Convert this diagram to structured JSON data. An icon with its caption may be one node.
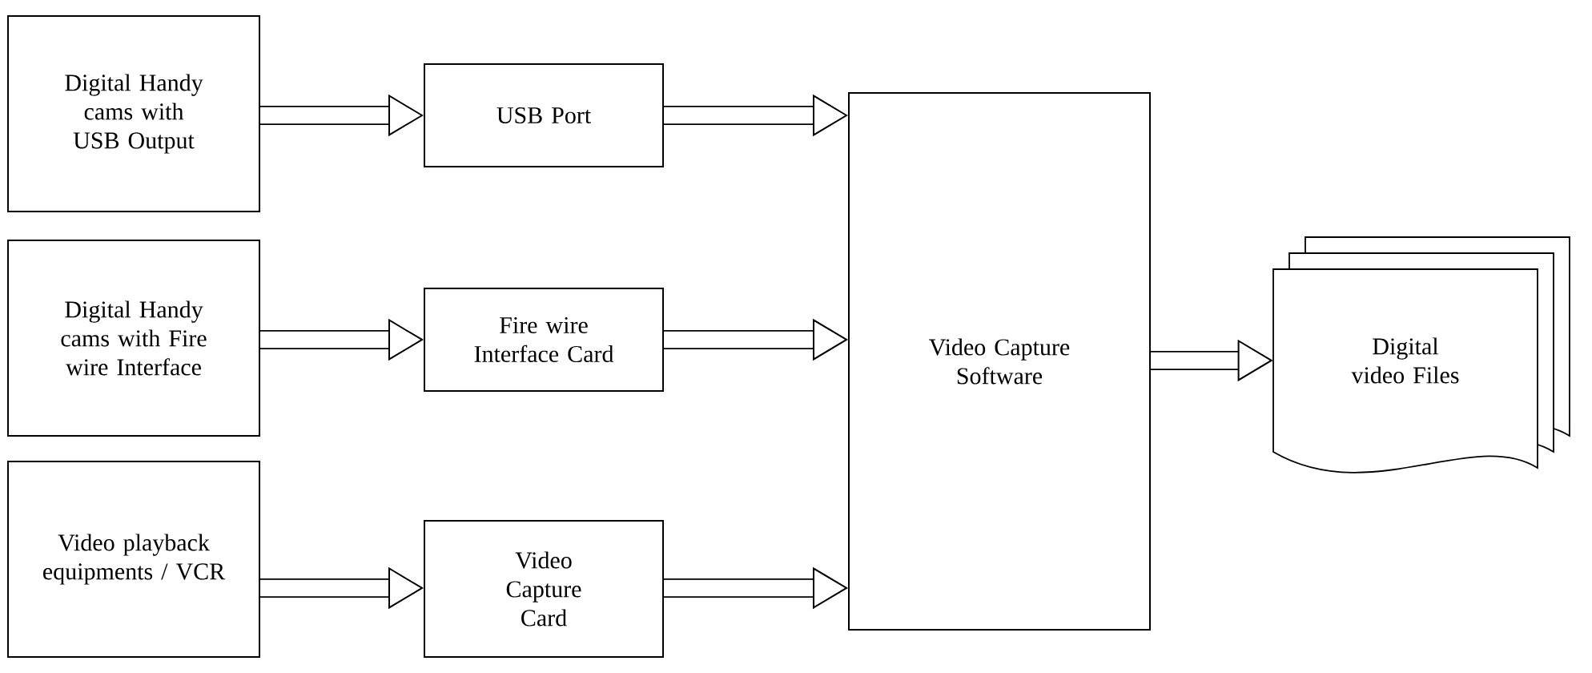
{
  "diagram": {
    "nodes": [
      {
        "text": [
          "Digital Handy cams with USB Output"
        ]
      },
      {
        "text": [
          "USB Port"
        ]
      },
      {
        "text": [
          "Digital Handy cams with Fire wire Interface"
        ]
      },
      {
        "text": [
          "Fire wire Interface Card"
        ]
      },
      {
        "text": [
          "Video playback equipments / VCR"
        ]
      },
      {
        "text": [
          "Video Capture Card"
        ]
      },
      {
        "text": [
          "Video Capture Software"
        ]
      },
      {
        "text": [
          "Digital video Files"
        ]
      }
    ],
    "edges": [
      {
        "from": 0,
        "to": 1,
        "arrow": "to"
      },
      {
        "from": 1,
        "to": 6,
        "arrow": "to"
      },
      {
        "from": 2,
        "to": 3,
        "arrow": "to"
      },
      {
        "from": 3,
        "to": 6,
        "arrow": "to"
      },
      {
        "from": 4,
        "to": 5,
        "arrow": "to"
      },
      {
        "from": 5,
        "to": 6,
        "arrow": "to"
      },
      {
        "from": 6,
        "to": 7,
        "arrow": "to"
      }
    ]
  }
}
